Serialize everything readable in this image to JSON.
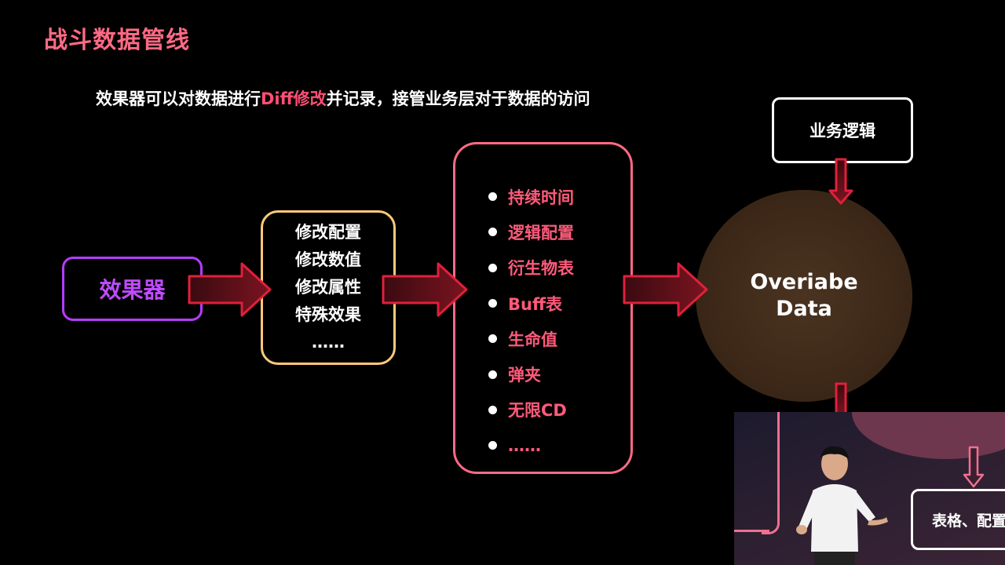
{
  "slide": {
    "title": "战斗数据管线",
    "subtitle_pre": "效果器可以对数据进行",
    "subtitle_highlight": "Diff修改",
    "subtitle_post": "并记录，接管业务层对于数据的访问"
  },
  "effect_box": {
    "label": "效果器"
  },
  "modify_box": {
    "items": [
      "修改配置",
      "修改数值",
      "修改属性",
      "特殊效果",
      "……"
    ]
  },
  "data_box": {
    "items": [
      "持续时间",
      "逻辑配置",
      "衍生物表",
      "Buff表",
      "生命值",
      "弹夹",
      "无限CD",
      "……"
    ]
  },
  "logic_box": {
    "label": "业务逻辑"
  },
  "circle": {
    "line1": "Overiabe",
    "line2": "Data"
  },
  "video": {
    "table_label": "表格、配置"
  },
  "colors": {
    "title": "#ff6a84",
    "highlight": "#ff4f74",
    "effect_border": "#b63cff",
    "modify_border": "#ffc97a",
    "data_border": "#ff6a84",
    "arrow": "#e0203a"
  }
}
